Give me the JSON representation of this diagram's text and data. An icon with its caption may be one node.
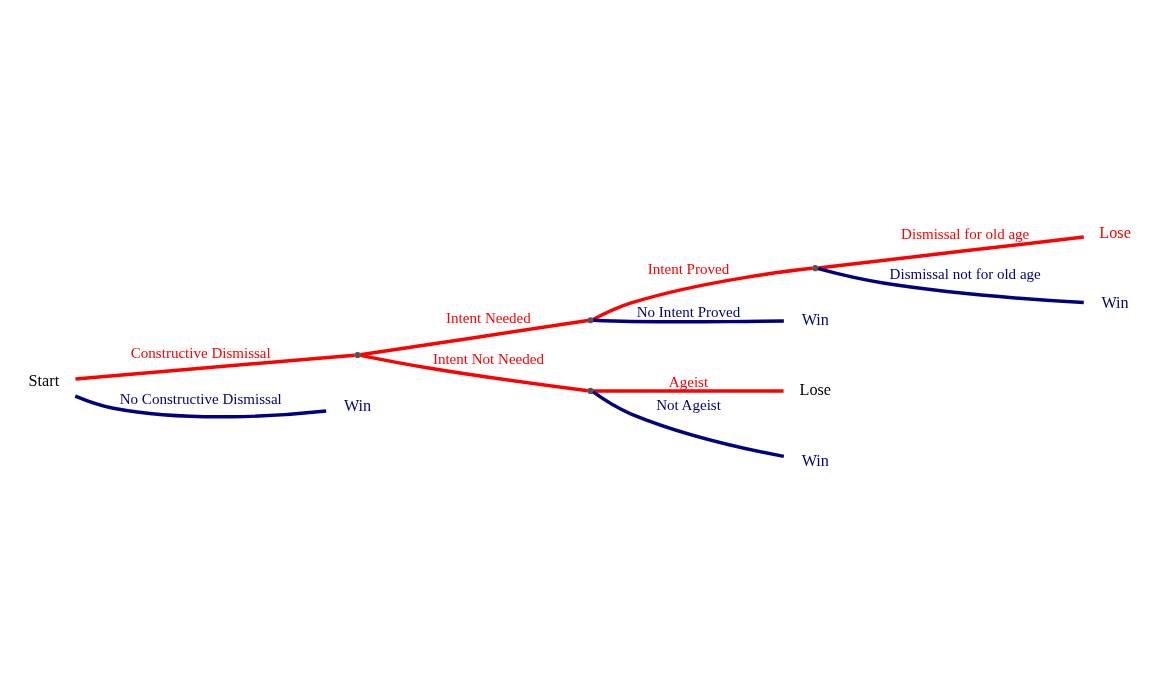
{
  "diagram": {
    "nodes": [
      {
        "text": [
          "Start"
        ]
      },
      {
        "text": [],
        "shape": "point"
      },
      {
        "text": [],
        "shape": "point"
      },
      {
        "text": [],
        "shape": "point"
      },
      {
        "text": [
          "Lose"
        ]
      },
      {
        "text": [
          "Win"
        ]
      },
      {
        "text": [
          "Win"
        ]
      },
      {
        "text": [],
        "shape": "point"
      },
      {
        "text": [
          "Lose"
        ]
      },
      {
        "text": [
          "Win"
        ]
      },
      {
        "text": [
          "Win"
        ]
      }
    ],
    "edges": [
      {
        "from": 0,
        "to": 1,
        "arrow": "none",
        "label": "Constructive Dismissal",
        "color": "#ff0000"
      },
      {
        "from": 1,
        "to": 2,
        "arrow": "none",
        "label": "Intent Needed",
        "color": "#ff0000"
      },
      {
        "from": 2,
        "to": 3,
        "arrow": "none",
        "label": "Intent Proved",
        "color": "#ff0000"
      },
      {
        "from": 3,
        "to": 4,
        "arrow": "none",
        "label": "Dismissal for old age",
        "color": "#ff0000"
      },
      {
        "from": 3,
        "to": 5,
        "arrow": "none",
        "label": "Dismissal not for old age",
        "color": "#000080"
      },
      {
        "from": 2,
        "to": 6,
        "arrow": "none",
        "label": "No Intent Proved",
        "color": "#000080"
      },
      {
        "from": 1,
        "to": 7,
        "arrow": "none",
        "label": "Intent Not Needed",
        "color": "#ff0000"
      },
      {
        "from": 7,
        "to": 8,
        "arrow": "none",
        "label": "Ageist",
        "color": "#ff0000"
      },
      {
        "from": 7,
        "to": 9,
        "arrow": "none",
        "label": "Not Ageist",
        "color": "#000080"
      },
      {
        "from": 0,
        "to": 10,
        "arrow": "none",
        "label": "No Constructive Dismissal",
        "color": "#000080"
      }
    ]
  }
}
